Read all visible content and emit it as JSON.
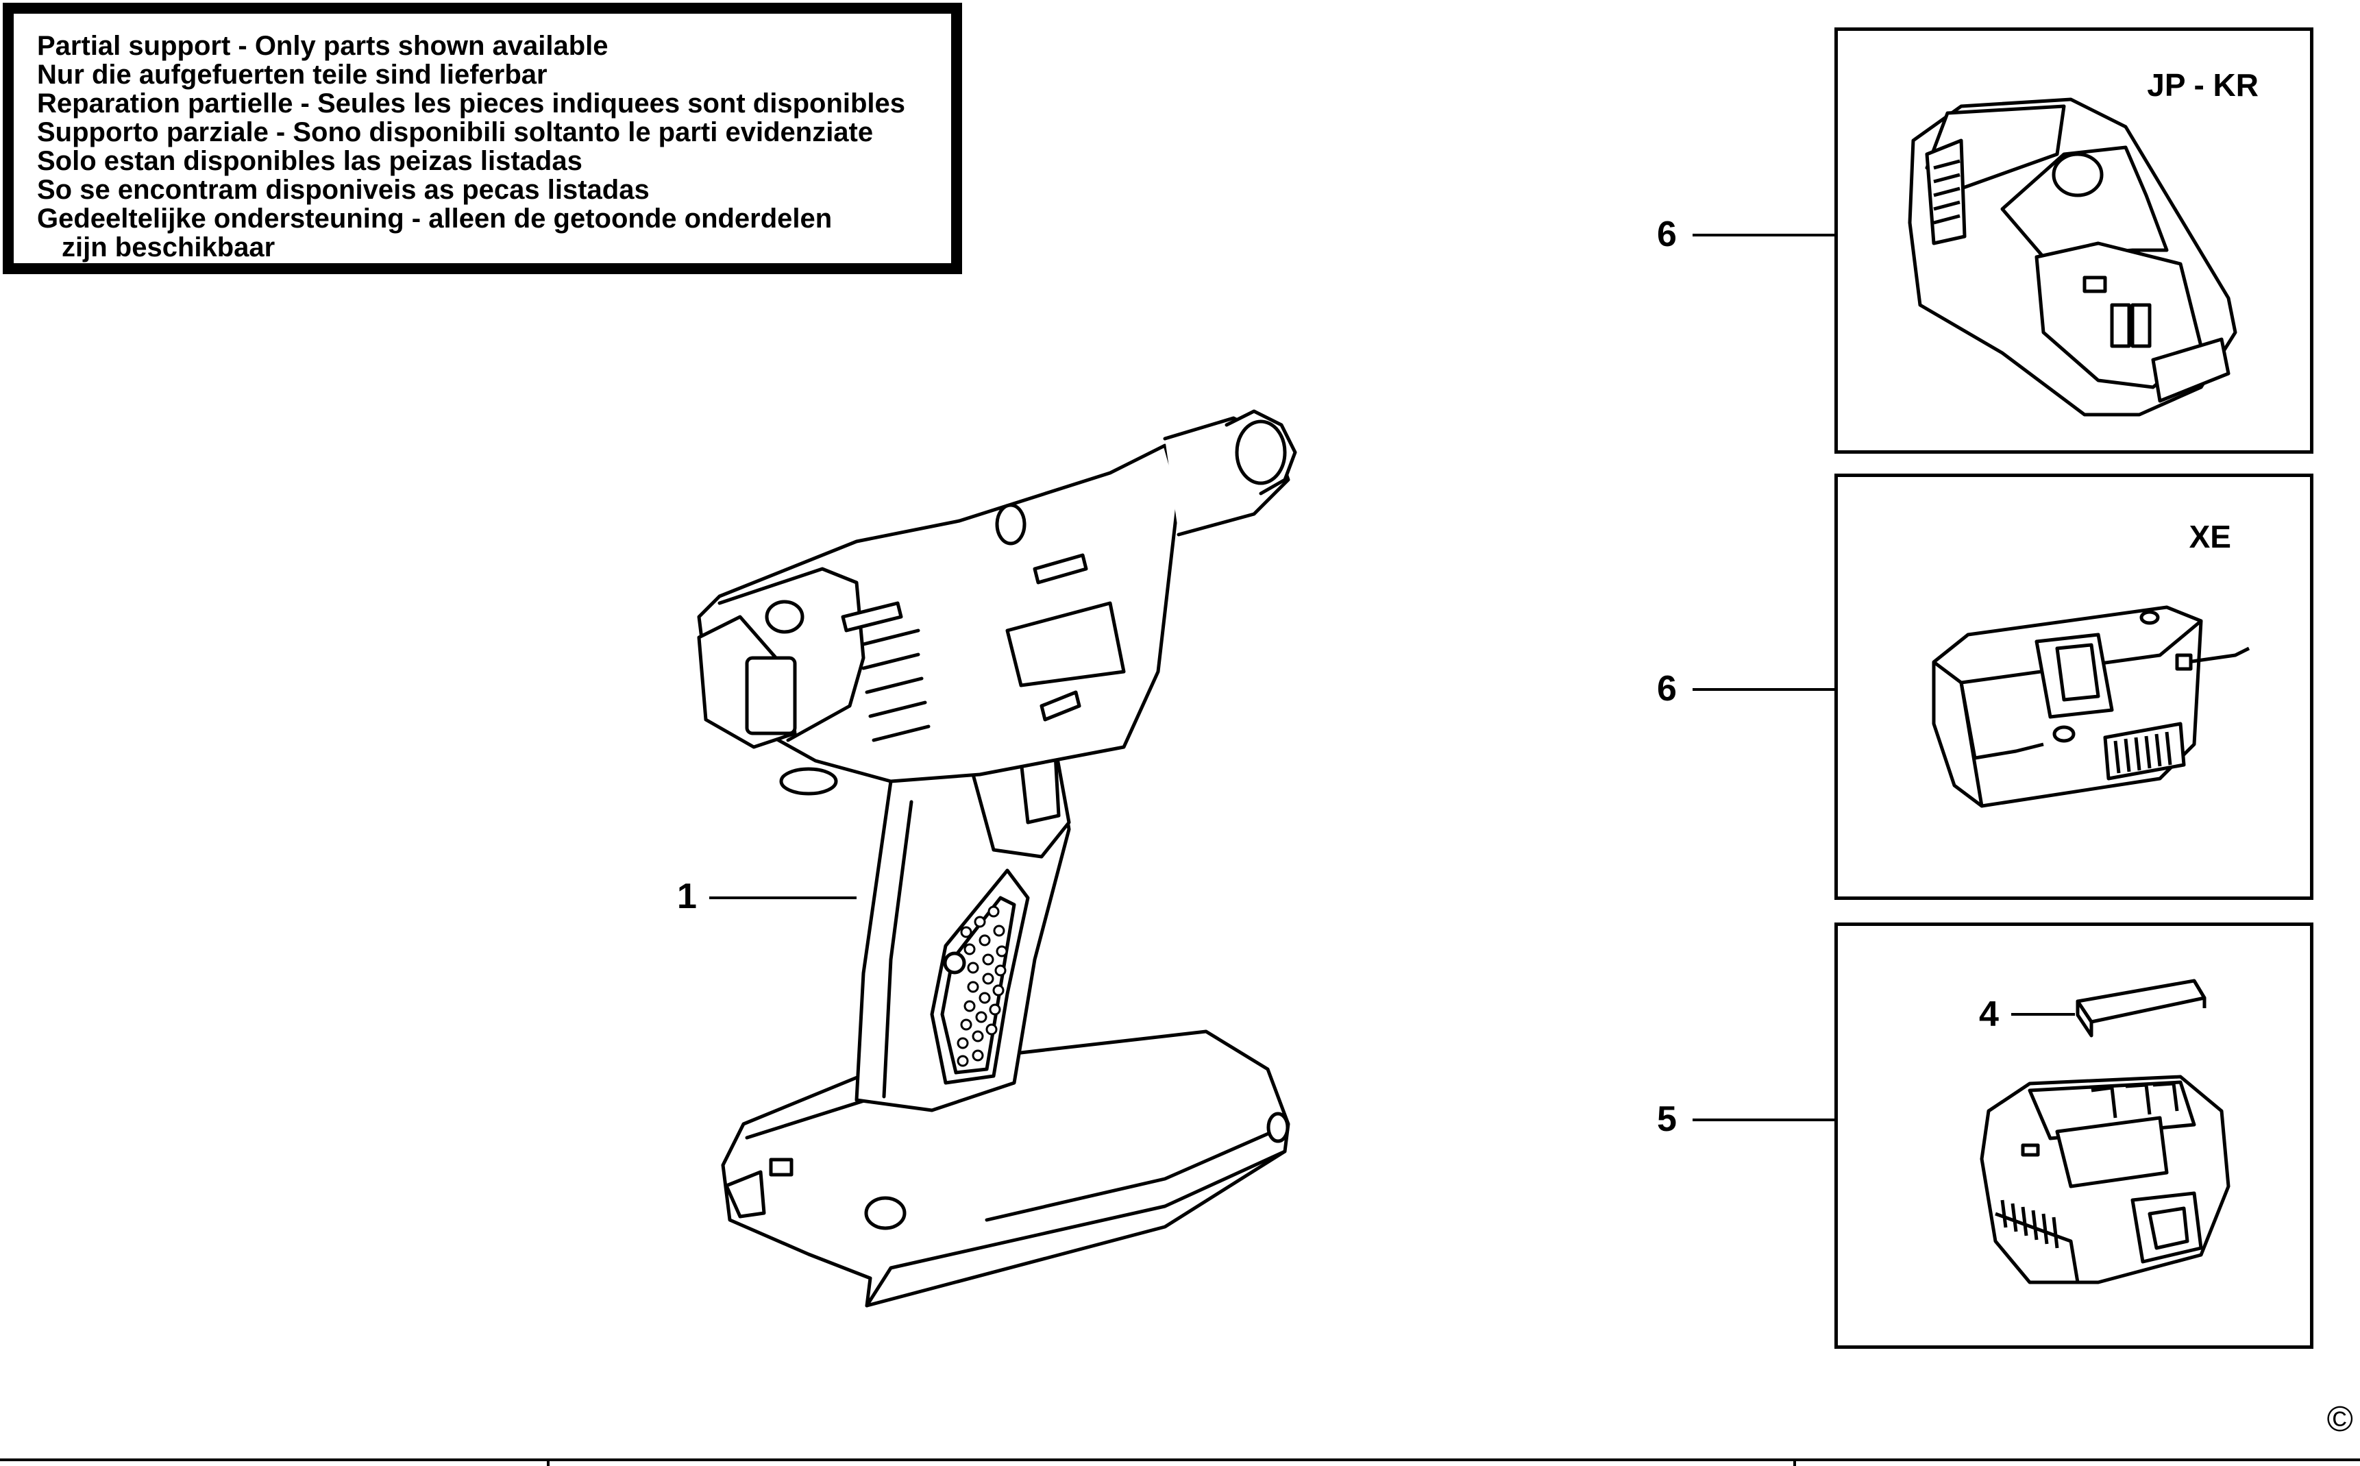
{
  "notice": {
    "lines": [
      "Partial support - Only parts shown available",
      "Nur die aufgefuerten teile sind lieferbar",
      "Reparation partielle - Seules les pieces indiquees sont disponibles",
      "Supporto parziale - Sono disponibili soltanto le parti evidenziate",
      "Solo estan disponibles las peizas listadas",
      "So se encontram disponiveis as pecas listadas",
      "Gedeeltelijke ondersteuning - alleen de getoonde onderdelen",
      "zijn beschikbaar"
    ]
  },
  "callouts": {
    "tool": "1",
    "charger_jp_kr": "6",
    "charger_xe": "6",
    "battery": "5",
    "battery_cover": "4"
  },
  "panels": {
    "charger_jp_kr_region": "JP - KR",
    "charger_xe_region": "XE"
  },
  "footer": {
    "copyright": "©"
  }
}
